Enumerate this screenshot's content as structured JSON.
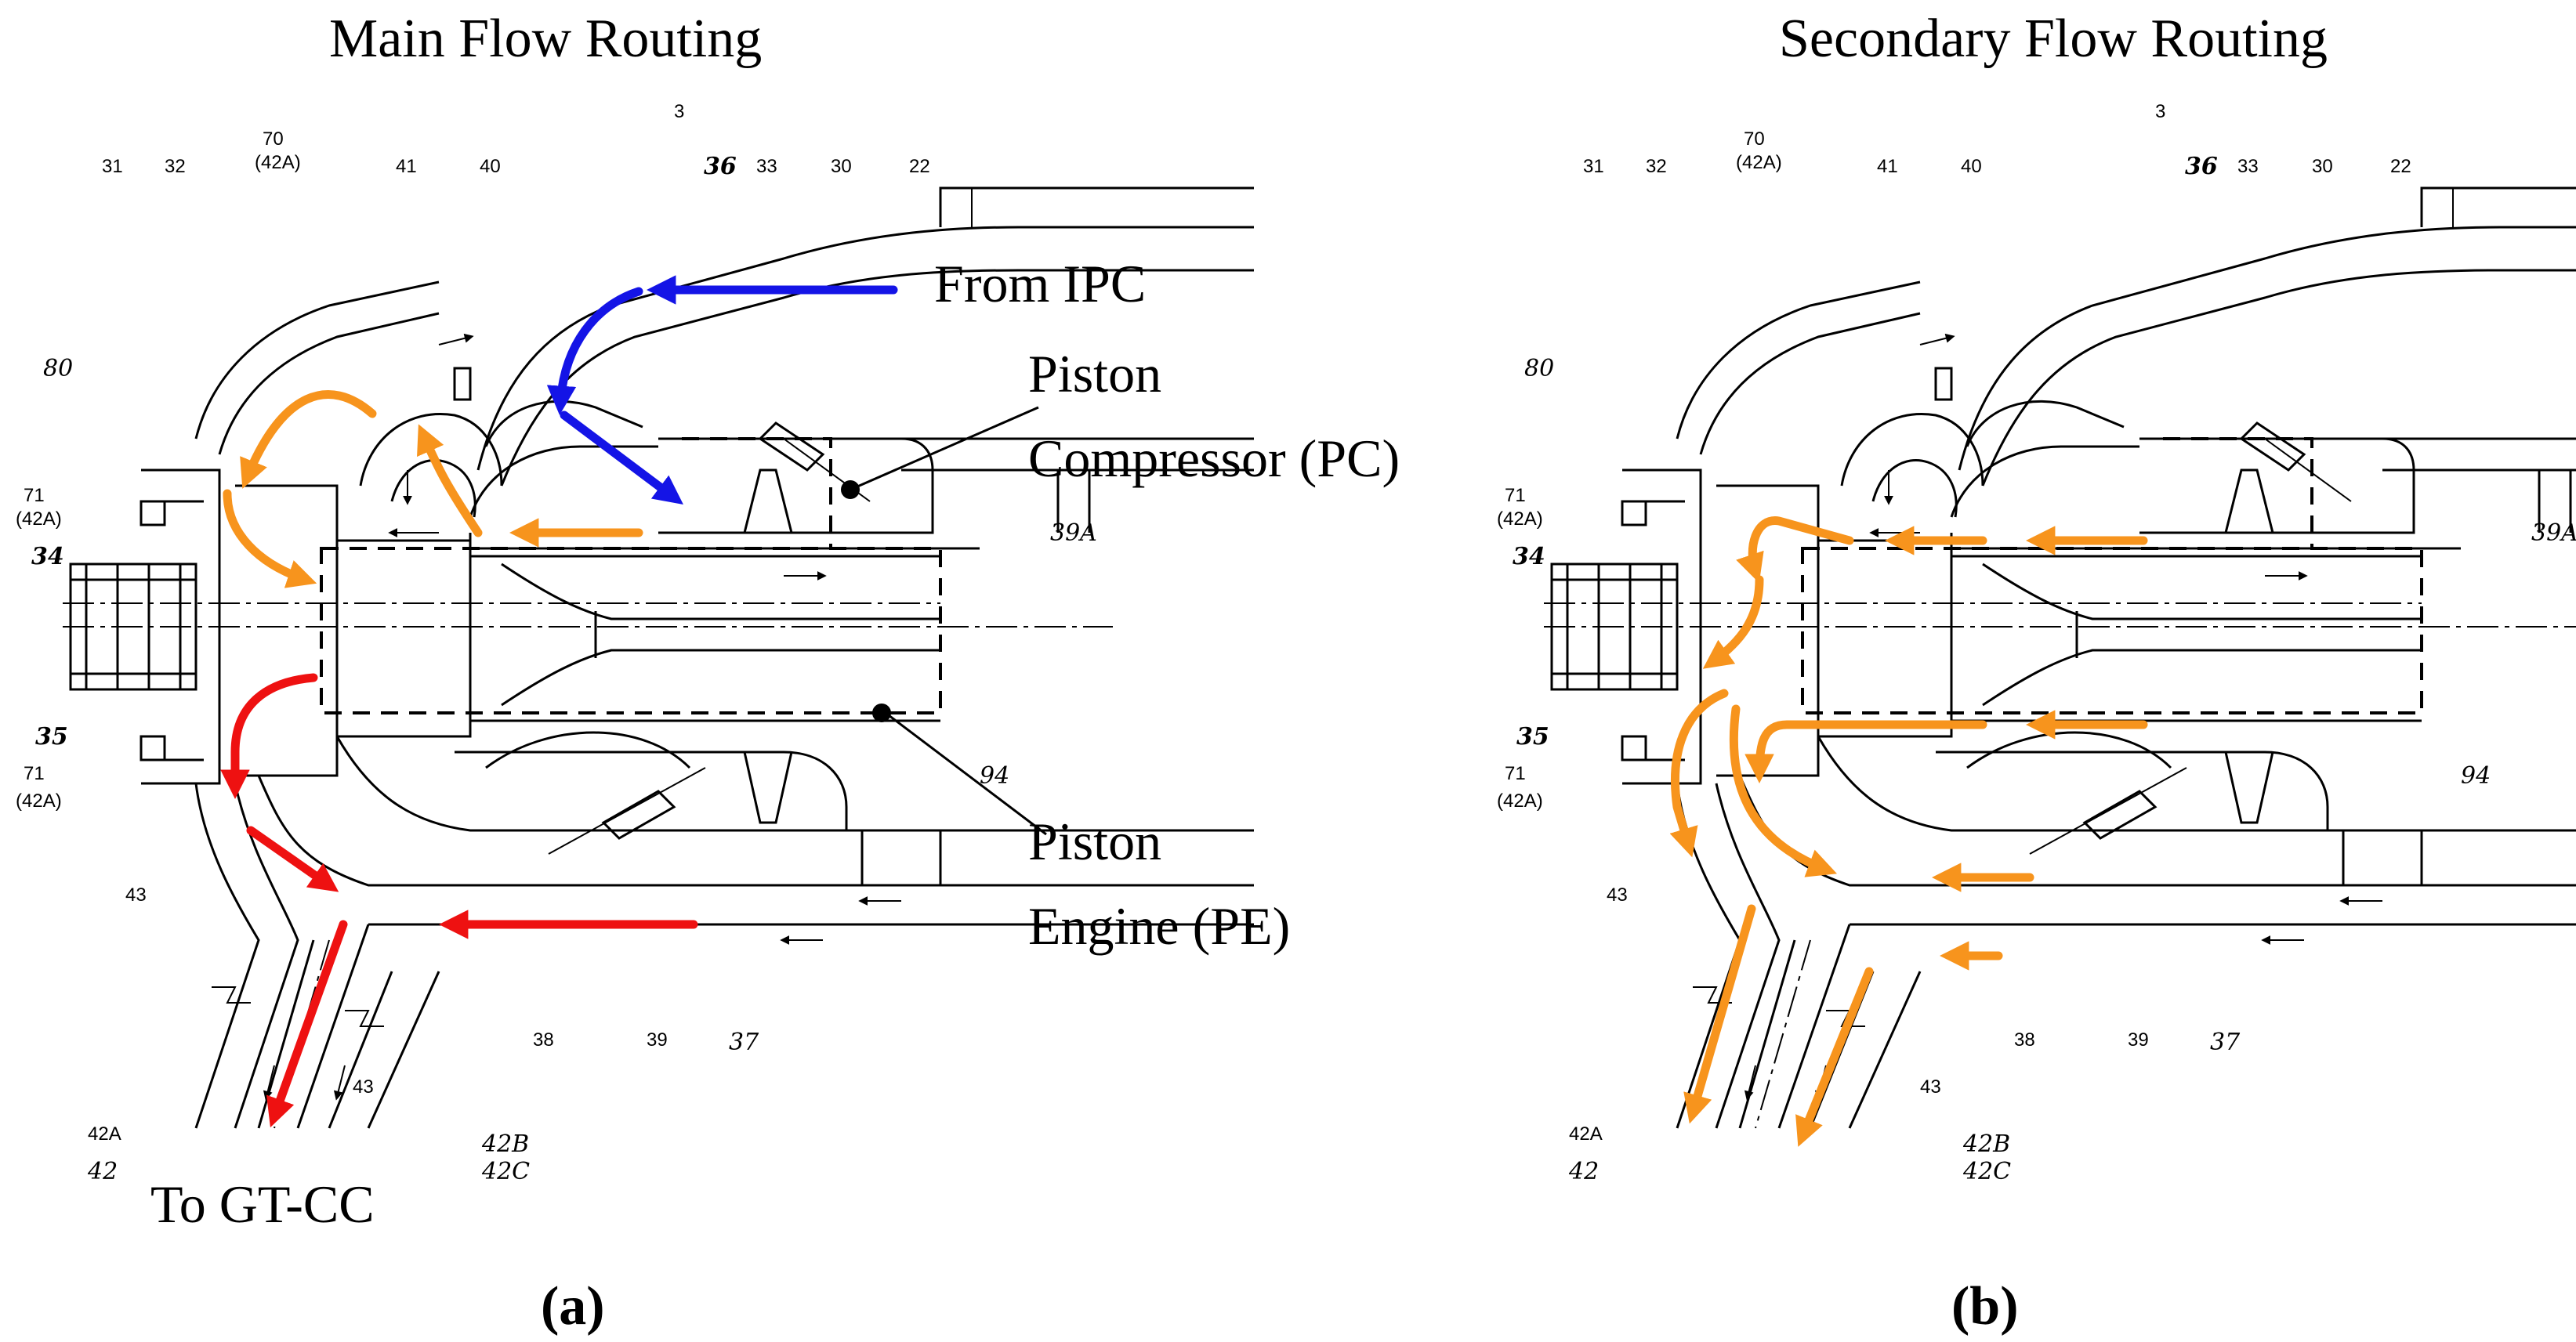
{
  "panel_a": {
    "title": "Main Flow Routing",
    "caption": "(a)",
    "annotations": {
      "from_ipc": "From IPC",
      "pc_line1": "Piston",
      "pc_line2": "Compressor (PC)",
      "pe_line1": "Piston",
      "pe_line2": "Engine (PE)",
      "to_gtcc": "To GT-CC"
    }
  },
  "panel_b": {
    "title": "Secondary Flow Routing",
    "caption": "(b)"
  },
  "refs": {
    "r3": "3",
    "r22": "22",
    "r30": "30",
    "r31": "31",
    "r32": "32",
    "r33": "33",
    "r36": "36",
    "r37": "37",
    "r38": "38",
    "r39": "39",
    "r40": "40",
    "r41": "41",
    "r43": "43",
    "r70": "70",
    "r70b": "(42A)",
    "r71": "71",
    "r71b": "(42A)",
    "r34": "34",
    "r35": "35",
    "r80": "80",
    "r39a": "39A",
    "r94": "94",
    "r42a": "42A",
    "r42": "42",
    "r42b": "42B",
    "r42c": "42C"
  },
  "colors": {
    "main_flow_orange": "#F7941D",
    "ipc_flow_blue": "#1414E6",
    "exhaust_flow_red": "#EE1111",
    "outline": "#000000"
  }
}
